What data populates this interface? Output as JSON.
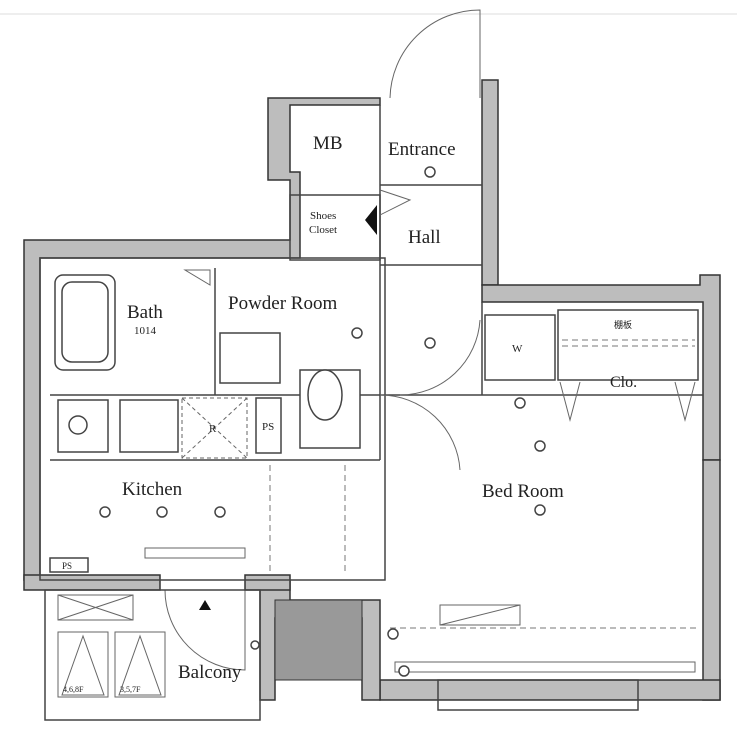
{
  "rooms": {
    "mb": "MB",
    "entrance": "Entrance",
    "shoes_closet_1": "Shoes",
    "shoes_closet_2": "Closet",
    "hall": "Hall",
    "bath": "Bath",
    "bath_size": "1014",
    "powder_room": "Powder Room",
    "kitchen": "Kitchen",
    "bed_room": "Bed Room",
    "closet": "Clo.",
    "shelf": "棚板",
    "washer": "W",
    "ps_1": "PS",
    "ps_2": "PS",
    "fridge": "R",
    "balcony": "Balcony",
    "floors_a": "4,6,8F",
    "floors_b": "3,5,7F"
  }
}
